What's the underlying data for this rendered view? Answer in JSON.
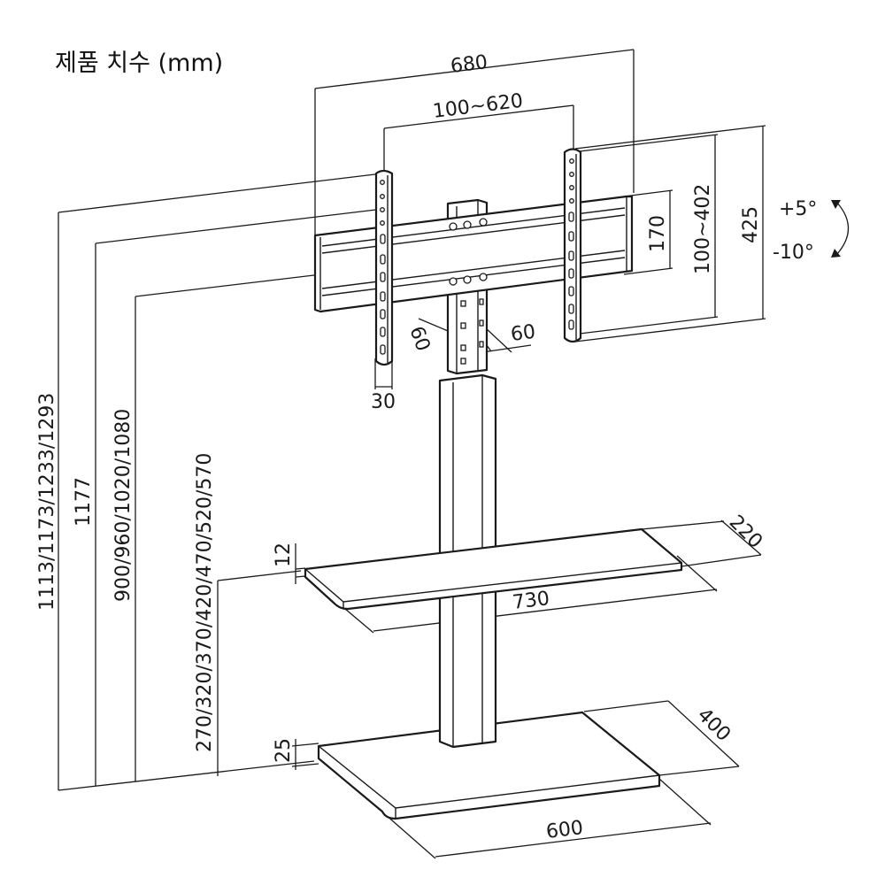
{
  "title": "제품 치수 (mm)",
  "dimensions": {
    "mount_width": "680",
    "vesa_width_range": "100~620",
    "bracket_height": "425",
    "vesa_height_range": "100~402",
    "rail_spacing": "170",
    "tilt_up": "+5°",
    "tilt_down": "-10°",
    "column_depth": "60",
    "column_width": "60",
    "bracket_width": "30",
    "total_heights": "1113/1173/1233/1293",
    "stand_height": "1177",
    "mount_heights": "900/960/1020/1080",
    "shelf_heights": "270/320/370/420/470/520/570",
    "shelf_thickness": "12",
    "shelf_width": "730",
    "shelf_depth": "220",
    "base_thickness": "25",
    "base_width": "600",
    "base_depth": "400"
  },
  "icons": {
    "tilt": "tilt-arrow-icon"
  },
  "colors": {
    "line": "#1a1a1a",
    "background": "#ffffff"
  }
}
